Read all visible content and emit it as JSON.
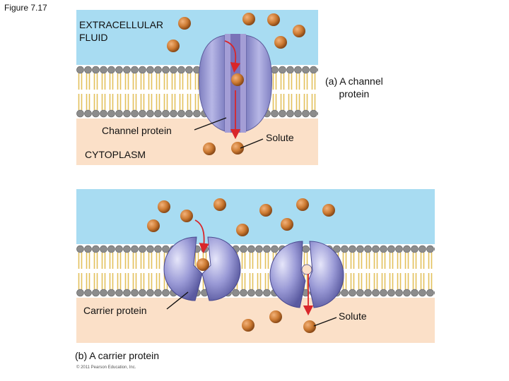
{
  "figure": {
    "title": "Figure 7.17",
    "copyright": "© 2011 Pearson Education, Inc."
  },
  "panel_a": {
    "extracellular_label": [
      "EXTRACELLULAR",
      "FLUID"
    ],
    "caption": [
      "(a) A channel",
      "protein"
    ],
    "protein_label": "Channel protein",
    "solute_label": "Solute",
    "cytoplasm_label": "CYTOPLASM"
  },
  "panel_b": {
    "protein_label": "Carrier protein",
    "solute_label": "Solute",
    "caption": "(b) A carrier protein"
  },
  "colors": {
    "extracellular": "#a8dcf2",
    "cytoplasm": "#fbe0c8",
    "lipid_head": "#8c8c8c",
    "lipid_tail": "#e5c35b",
    "protein": "#a0a0d8",
    "protein_dark": "#6a6aa8",
    "channel_pore": "#7a72b8",
    "solute": "#c8782e",
    "arrow": "#d9262a"
  }
}
